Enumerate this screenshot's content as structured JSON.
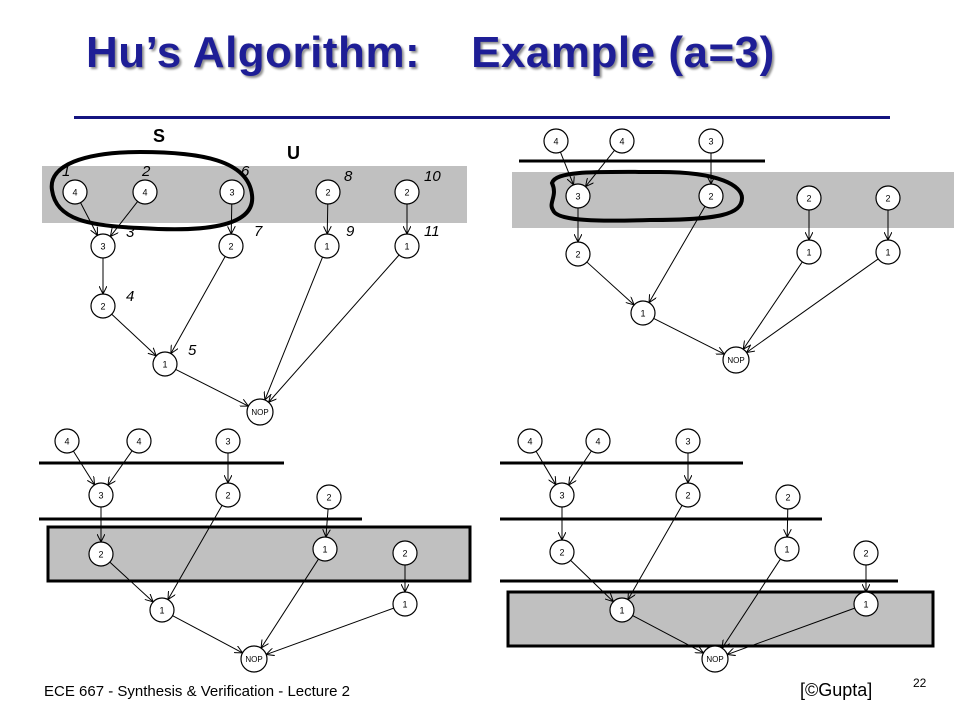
{
  "slide": {
    "title": "Hu’s Algorithm:    Example (a=3)",
    "footer": "ECE 667 - Synthesis & Verification - Lecture 2",
    "page_number": "22",
    "credit": "[©Gupta]"
  },
  "diagram_labels": {
    "set_s": "S",
    "set_u": "U",
    "node_ids": [
      "1",
      "2",
      "3",
      "4",
      "5",
      "6",
      "7",
      "8",
      "9",
      "10",
      "11"
    ],
    "sink": "NOP"
  },
  "panels": [
    {
      "name": "step-1",
      "nodes": [
        {
          "id": "1",
          "value": "4"
        },
        {
          "id": "2",
          "value": "4"
        },
        {
          "id": "6",
          "value": "3"
        },
        {
          "id": "8",
          "value": "2"
        },
        {
          "id": "10",
          "value": "2"
        },
        {
          "id": "3",
          "value": "3"
        },
        {
          "id": "7",
          "value": "2"
        },
        {
          "id": "9",
          "value": "1"
        },
        {
          "id": "11",
          "value": "1"
        },
        {
          "id": "4",
          "value": "2"
        },
        {
          "id": "5",
          "value": "1"
        },
        {
          "id": "nop",
          "value": "NOP"
        }
      ]
    },
    {
      "name": "step-2",
      "nodes": [
        {
          "id": "1",
          "value": "4"
        },
        {
          "id": "2",
          "value": "4"
        },
        {
          "id": "6",
          "value": "3"
        },
        {
          "id": "3",
          "value": "3"
        },
        {
          "id": "7",
          "value": "2"
        },
        {
          "id": "8",
          "value": "2"
        },
        {
          "id": "10",
          "value": "2"
        },
        {
          "id": "4",
          "value": "2"
        },
        {
          "id": "9",
          "value": "1"
        },
        {
          "id": "11",
          "value": "1"
        },
        {
          "id": "5",
          "value": "1"
        },
        {
          "id": "nop",
          "value": "NOP"
        }
      ]
    },
    {
      "name": "step-3",
      "nodes": [
        {
          "id": "1",
          "value": "4"
        },
        {
          "id": "2",
          "value": "4"
        },
        {
          "id": "6",
          "value": "3"
        },
        {
          "id": "3",
          "value": "3"
        },
        {
          "id": "7",
          "value": "2"
        },
        {
          "id": "8",
          "value": "2"
        },
        {
          "id": "4",
          "value": "2"
        },
        {
          "id": "9",
          "value": "1"
        },
        {
          "id": "10",
          "value": "2"
        },
        {
          "id": "5",
          "value": "1"
        },
        {
          "id": "11",
          "value": "1"
        },
        {
          "id": "nop",
          "value": "NOP"
        }
      ]
    },
    {
      "name": "step-4",
      "nodes": [
        {
          "id": "1",
          "value": "4"
        },
        {
          "id": "2",
          "value": "4"
        },
        {
          "id": "6",
          "value": "3"
        },
        {
          "id": "3",
          "value": "3"
        },
        {
          "id": "7",
          "value": "2"
        },
        {
          "id": "8",
          "value": "2"
        },
        {
          "id": "4",
          "value": "2"
        },
        {
          "id": "9",
          "value": "1"
        },
        {
          "id": "10",
          "value": "2"
        },
        {
          "id": "5",
          "value": "1"
        },
        {
          "id": "11",
          "value": "1"
        },
        {
          "id": "nop",
          "value": "NOP"
        }
      ]
    }
  ],
  "colors": {
    "title": "#1e1e96",
    "band": "#c0c0c0",
    "outline": "#000000"
  }
}
